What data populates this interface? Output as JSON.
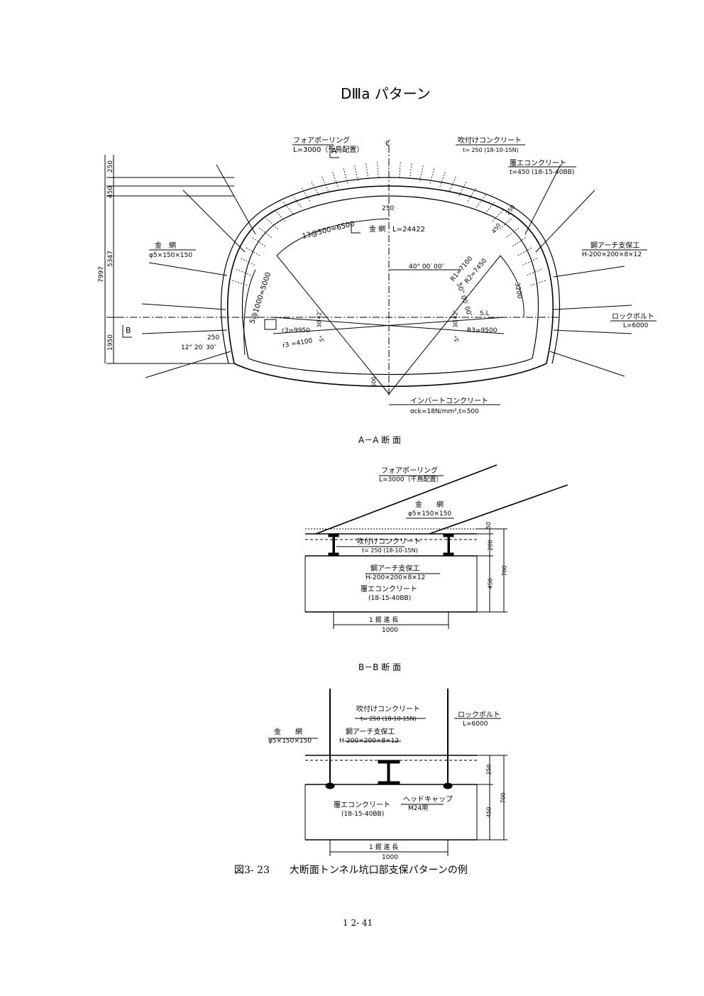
{
  "title": "DⅢa パターン",
  "main": {
    "forepoling": {
      "name": "フォアポーリング",
      "spec": "L=3000（千鳥配置）"
    },
    "shotcrete": {
      "name": "吹付けコンクリート",
      "spec": "t= 250 (18-10-15N)"
    },
    "lining": {
      "name": "覆エコンクリート",
      "spec": "t=450 (18-15-40BB)"
    },
    "mesh": {
      "name": "金　網",
      "spec": "φ5×150×150",
      "length": "金 網　L=24422"
    },
    "steel_arch": {
      "name": "鋼アーチ支保工",
      "spec": "H-200×200×8×12"
    },
    "rockbolt": {
      "name": "ロックボルト",
      "spec": "L=6000"
    },
    "invert": {
      "name": "インバートコンクリート",
      "spec": "σck=18N/mm²,t=500"
    },
    "centerline": "ℭ",
    "dims_left": [
      "250",
      "450",
      "5347",
      "7997",
      "1950"
    ],
    "labels": {
      "spacing_top": "13@500=6500",
      "spacing_side": "5@1000=5000",
      "d250_top": "250",
      "d250_left": "250",
      "d450": "450",
      "d250_right": "250",
      "angle40": "40° 00′ 00″",
      "r1": "R1=7100",
      "r2": "R2=7450",
      "angle_mid": "50° 00′ 00″",
      "d3200": "3200",
      "sl": "S.L",
      "r3_left": "r3=9950",
      "r3_right": "R3=9500",
      "r3_small": "r3 =4100",
      "deg5_left": "5°",
      "deg5_right": "5°",
      "a30_left": "30′42″",
      "a30_right": "30′42″",
      "angle12": "12° 20′ 30″",
      "d500": "500",
      "sectA": "A",
      "sectB": "B"
    }
  },
  "sectionA": {
    "title": "A－A 断 面",
    "forepoling": "フォアポーリング",
    "forepoling_spec": "L=3000（千鳥配置）",
    "mesh": "金　　網",
    "mesh_spec": "φ5×150×150",
    "shotcrete": "吹付けコンクリート",
    "shotcrete_spec": "t= 250 (18-10-15N)",
    "steel": "鋼アーチ支保工",
    "steel_spec": "H-200×200×8×12",
    "lining": "覆エコンクリート",
    "lining_spec": "(18-15-40BB)",
    "dims": [
      "50",
      "200",
      "450",
      "700"
    ],
    "advance": "1 掘 進 長",
    "advance_val": "1000"
  },
  "sectionB": {
    "title": "B－B 断 面",
    "shotcrete": "吹付けコンクリート",
    "shotcrete_spec": "t= 250 (18-10-15N)",
    "rockbolt": "ロックボルト",
    "rockbolt_spec": "L=6000",
    "mesh": "金　　網",
    "mesh_spec": "φ5×150×150",
    "steel": "鋼アーチ支保工",
    "steel_spec": "H-200×200×8×12",
    "headcap": "ヘッドキャップ",
    "headcap_spec": "M24用",
    "lining": "覆エコンクリート",
    "lining_spec": "(18-15-40BB)",
    "dims": [
      "250",
      "450",
      "700"
    ],
    "advance": "1 掘 進 長",
    "advance_val": "1000"
  },
  "caption": "図3- 23　　大断面トンネル坑口部支保パターンの例",
  "page_number": "1 2- 41"
}
